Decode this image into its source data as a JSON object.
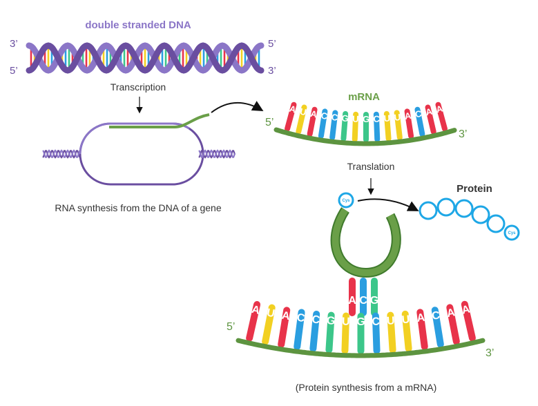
{
  "labels": {
    "dna_title": "double stranded DNA",
    "dna_left_top": "3’",
    "dna_left_bottom": "5’",
    "dna_right_top": "5’",
    "dna_right_bottom": "3’",
    "transcription": "Transcription",
    "rna_synthesis_caption": "RNA synthesis from the DNA of a gene",
    "mrna_title": "mRNA",
    "mrna_5prime": "5’",
    "mrna_3prime": "3’",
    "translation": "Translation",
    "protein_title": "Protein",
    "cys_label": "Cys",
    "bottom_5prime": "5’",
    "bottom_3prime": "3’",
    "protein_synthesis_caption": "(Protein synthesis from a mRNA)"
  },
  "mrna_sequence": [
    "A",
    "U",
    "A",
    "C",
    "C",
    "G",
    "U",
    "G",
    "C",
    "U",
    "U",
    "A",
    "C",
    "A",
    "A"
  ],
  "anticodon": [
    "A",
    "C",
    "G"
  ],
  "colors": {
    "A": "#e8334a",
    "U": "#f2d022",
    "C": "#2a9ee0",
    "G": "#3cc68a",
    "backbone": "#5d9440",
    "dna_purple": "#8b76c7",
    "dna_dark": "#6a4ea0",
    "protein_blue": "#1ea7e6"
  }
}
